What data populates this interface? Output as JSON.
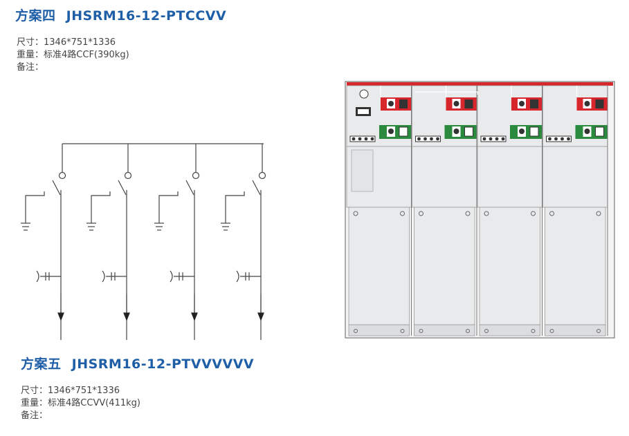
{
  "scheme4": {
    "heading": "方案四",
    "model": "JHSRM16-12-PTCCVV",
    "size_label": "尺寸：",
    "size_value": "1346*751*1336",
    "weight_label": "重量：",
    "weight_value": "标准4路CCF(390kg)",
    "note_label": "备注："
  },
  "scheme5": {
    "heading": "方案五",
    "model": "JHSRM16-12-PTVVVVVV",
    "size_label": "尺寸：",
    "size_value": "1346*751*1336",
    "weight_label": "重量：",
    "weight_value": "标准4路CCVV(411kg)",
    "note_label": "备注："
  },
  "colors": {
    "title_blue": "#1f5fa8",
    "cabinet_red": "#d7262c",
    "panel_green": "#2a8a3e",
    "cabinet_gray": "#e9eaec"
  }
}
